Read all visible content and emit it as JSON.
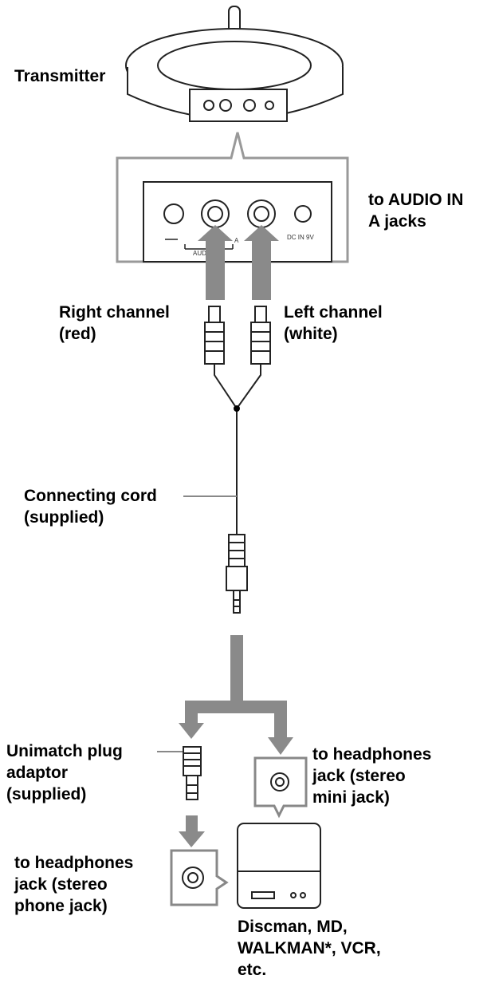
{
  "labels": {
    "transmitter": "Transmitter",
    "audio_in": "to AUDIO IN\nA jacks",
    "right_channel": "Right channel\n(red)",
    "left_channel": "Left channel\n(white)",
    "connecting_cord": "Connecting cord\n(supplied)",
    "unimatch": "Unimatch plug\nadaptor\n(supplied)",
    "mini_jack": "to headphones\njack (stereo\nmini jack)",
    "phone_jack": "to headphones\njack (stereo\nphone jack)",
    "devices": "Discman, MD,\nWALKMAN*, VCR,\netc."
  },
  "panel_text": {
    "audio_in": "AUDIO IN",
    "a_mark": "A",
    "dc_in": "DC IN 9V"
  }
}
